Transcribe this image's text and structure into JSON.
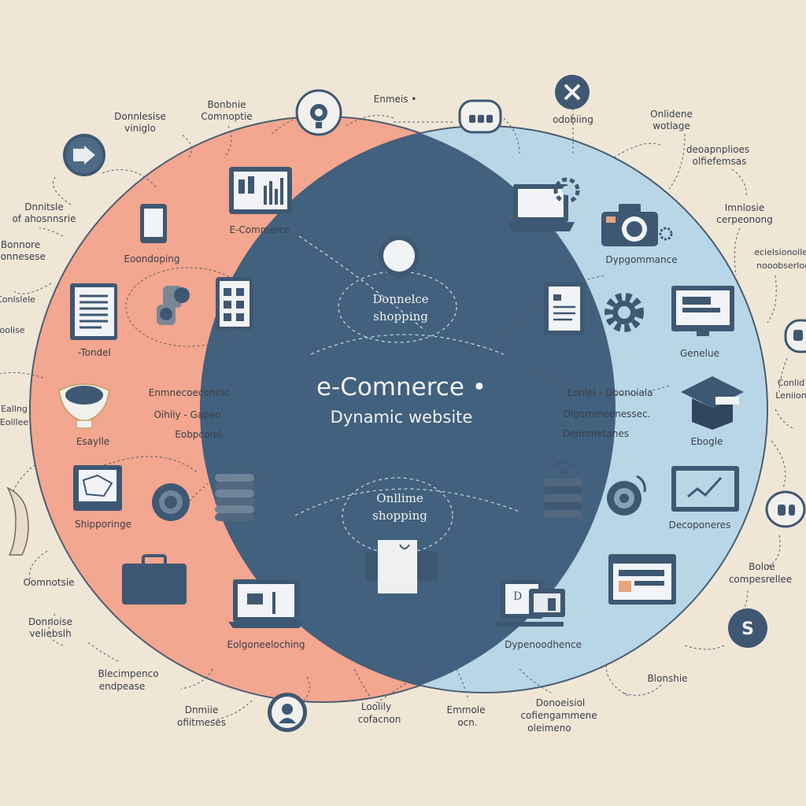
{
  "center": {
    "title": "e-Comnerce •",
    "subtitle": "Dynamic website",
    "top_label_1": "Donnelce",
    "top_label_2": "shopping",
    "bottom_label_1": "Onllime",
    "bottom_label_2": "shopping"
  },
  "left_circle": {
    "labels": {
      "ecommerce": "E-Commerce",
      "bookshopping": "Eoondoping",
      "tondel": "-Tondel",
      "esaylle": "Esaylle",
      "list_1": "Enmnecoeconitic",
      "list_2": "Oihliy - Gapeo",
      "list_3": "Eobpcorol",
      "shipporinge": "Shipporinge",
      "bottom": "Eolgoneeloching"
    }
  },
  "right_circle": {
    "labels": {
      "dypgommence": "Dypgommance",
      "genelue": "Genelue",
      "list_1": "Eohlel - Dbonoiala",
      "list_2": "Dlgommeenessec.",
      "list_3": "Deimmetanes",
      "ebogle": "Ebogle",
      "decoponeres": "Decoponeres",
      "bottom": "Dypenoodhence"
    }
  },
  "outer_labels": {
    "top_left_1": "Donnlesise",
    "top_left_2": "viniglo",
    "top_mid_1": "Bonbnie",
    "top_mid_2": "Comnoptie",
    "top_center": "Enmeis •",
    "top_right_1": "odobiing",
    "right_1_1": "Onlidene",
    "right_1_2": "wotlage",
    "right_2_1": "deoapnplioes",
    "right_2_2": "olfiefemsas",
    "right_3_1": "Imnlosie",
    "right_3_2": "cerpeonong",
    "right_4_1": "ecielsionolles",
    "right_4_2": "nooobserloe",
    "right_5_1": "Conlid",
    "right_5_2": "Leniion",
    "right_6_1": "Boloe",
    "right_6_2": "compesrellee",
    "left_1_1": "Dnnitsle",
    "left_1_2": "of ahosnnsrie",
    "left_2_1": "Bonnore",
    "left_2_2": "connesese",
    "left_3_1": "Conlslele",
    "left_3_2": "loolise",
    "left_4_1": "Eallng",
    "left_4_2": "Eoillee",
    "left_5_1": "Oomnotsie",
    "left_6_1": "Donnoise",
    "left_6_2": "veliebslh",
    "bottom_1_1": "Blecimpenco",
    "bottom_1_2": "endpease",
    "bottom_2_1": "Dnmiie",
    "bottom_2_2": "ofiitmeses",
    "bottom_3_1": "Loolily",
    "bottom_3_2": "cofacnon",
    "bottom_4_1": "Emmole",
    "bottom_4_2": "ocn.",
    "bottom_5_1": "Donoeisiol",
    "bottom_5_2": "cofiengammene",
    "bottom_5_3": "oleimeno",
    "bottom_6_1": "Blonshie"
  },
  "colors": {
    "background": "#efe6d6",
    "left_circle": "#f3a690",
    "right_circle": "#b9d6e6",
    "overlap": "#41617f",
    "icon_dark": "#3e5873"
  },
  "icons": [
    "arrow-badge-icon",
    "webcam-icon",
    "cassette-icon",
    "tools-icon",
    "chart-window-icon",
    "tablet-icon",
    "book-icon",
    "pills-icon",
    "calculator-icon",
    "bowl-icon",
    "monitor-map-icon",
    "coins-icon",
    "stack-coins-icon",
    "briefcase-icon",
    "laptop-icon",
    "bag-icon",
    "laptop-gear-icon",
    "camera-icon",
    "document-icon",
    "gear-icon",
    "monitor-icon",
    "mortarboard-icon",
    "signal-coins-icon",
    "target-icon",
    "trend-chart-icon",
    "browser-window-icon",
    "desktop-files-icon",
    "dollar-badge-icon",
    "chat-badge-icon",
    "label-badge-icon",
    "avatar-badge-icon",
    "hand-icon",
    "pin-icon"
  ]
}
